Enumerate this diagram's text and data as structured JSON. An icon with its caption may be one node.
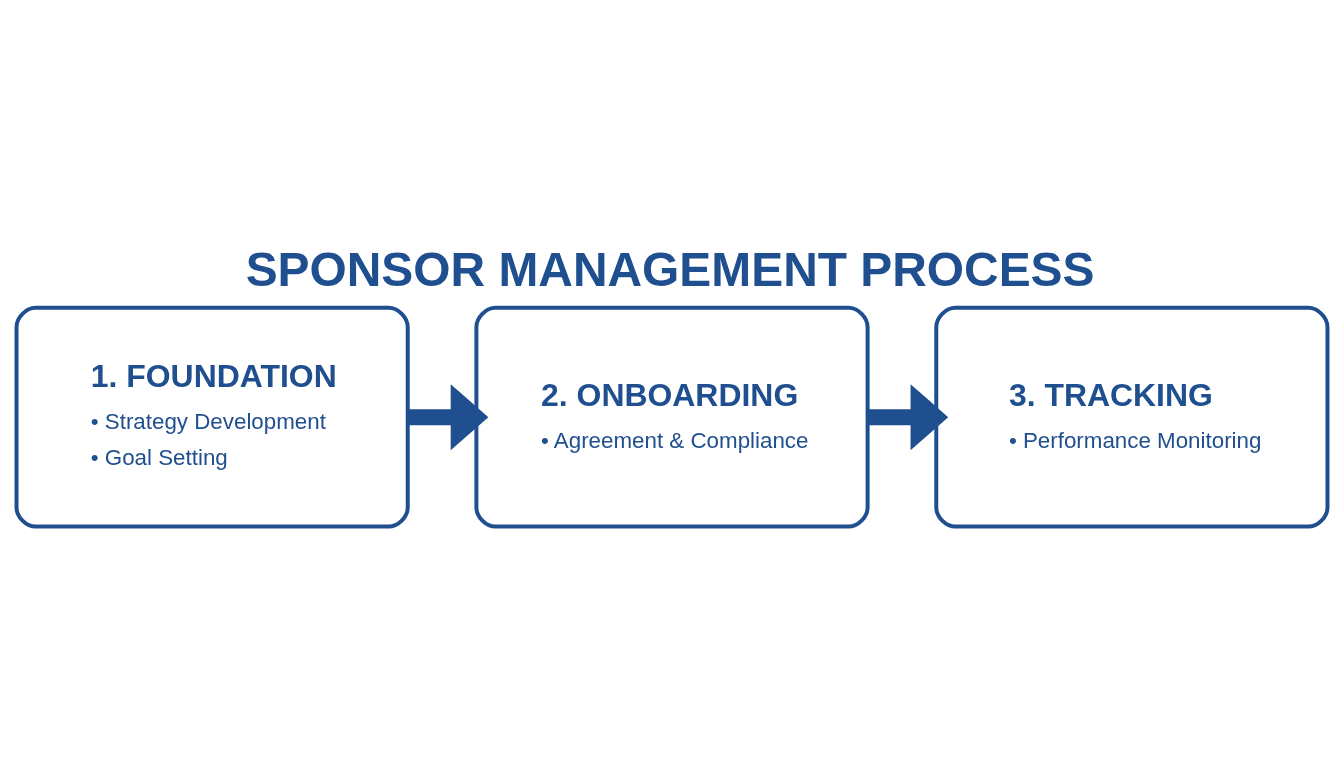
{
  "diagram": {
    "title": "SPONSOR MANAGEMENT PROCESS",
    "nodes": [
      {
        "text": [
          "1. FOUNDATION",
          "• Strategy Development",
          "• Goal Setting"
        ]
      },
      {
        "text": [
          "2. ONBOARDING",
          "• Agreement & Compliance"
        ]
      },
      {
        "text": [
          "3. TRACKING",
          "• Performance Monitoring"
        ]
      }
    ],
    "edges": [
      {
        "from": 0,
        "to": 1,
        "arrow": "to"
      },
      {
        "from": 1,
        "to": 2,
        "arrow": "to"
      }
    ]
  }
}
